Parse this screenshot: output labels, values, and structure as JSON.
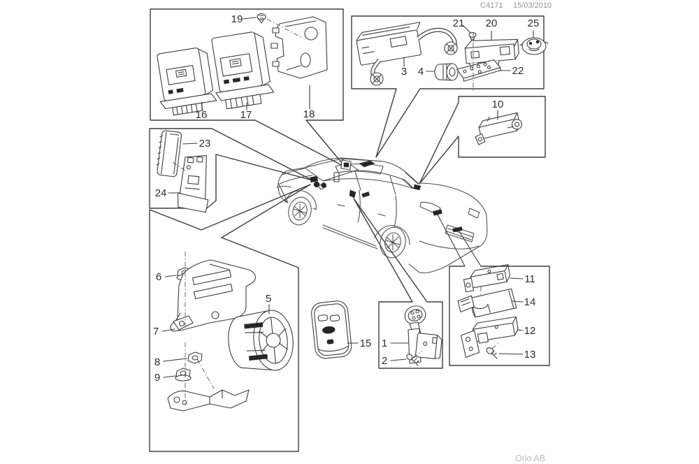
{
  "header": {
    "code": "C4171",
    "date": "15/03/2010"
  },
  "footer": {
    "brand": "Orio AB"
  },
  "colors": {
    "background": "#ffffff",
    "line_art": "#3d3d3d",
    "car_line": "#4b4b4b",
    "callout_text": "#2d2d2d",
    "header_text": "#8e939a",
    "footer_text": "#b9bdc1"
  },
  "callouts": {
    "p1": "1",
    "p2": "2",
    "p3": "3",
    "p4": "4",
    "p5": "5",
    "p6": "6",
    "p7": "7",
    "p8": "8",
    "p9": "9",
    "p10": "10",
    "p11": "11",
    "p12": "12",
    "p13": "13",
    "p14": "14",
    "p15": "15",
    "p16": "16",
    "p17": "17",
    "p18": "18",
    "p19": "19",
    "p20": "20",
    "p21": "21",
    "p22": "22",
    "p23": "23",
    "p24": "24",
    "p25": "25"
  }
}
